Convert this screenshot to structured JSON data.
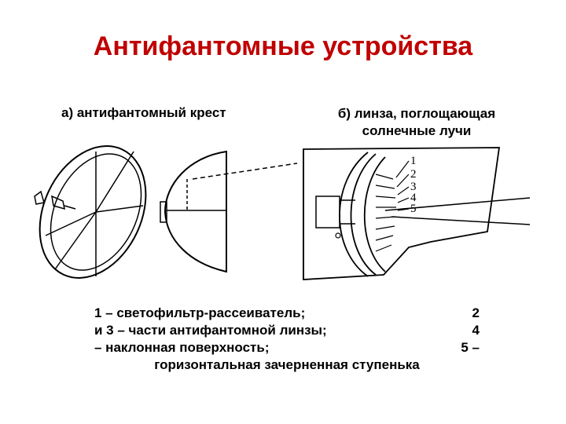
{
  "slide": {
    "title": "Антифантомные устройства",
    "caption_a": "а) антифантомный крест",
    "caption_b_line1": "б) линза, поглощающая",
    "caption_b_line2": "солнечные лучи"
  },
  "figure_b_numbers": [
    "1",
    "2",
    "3",
    "4",
    "5"
  ],
  "legend": {
    "line1_left": "1 – светофильтр-рассеиватель;",
    "line1_right": "2",
    "line2_left": "и 3 – части антифантомной линзы;",
    "line2_right": "4",
    "line3_left": "– наклонная поверхность;",
    "line3_right": "5 –",
    "line4": "горизонтальная зачерненная ступенька"
  }
}
